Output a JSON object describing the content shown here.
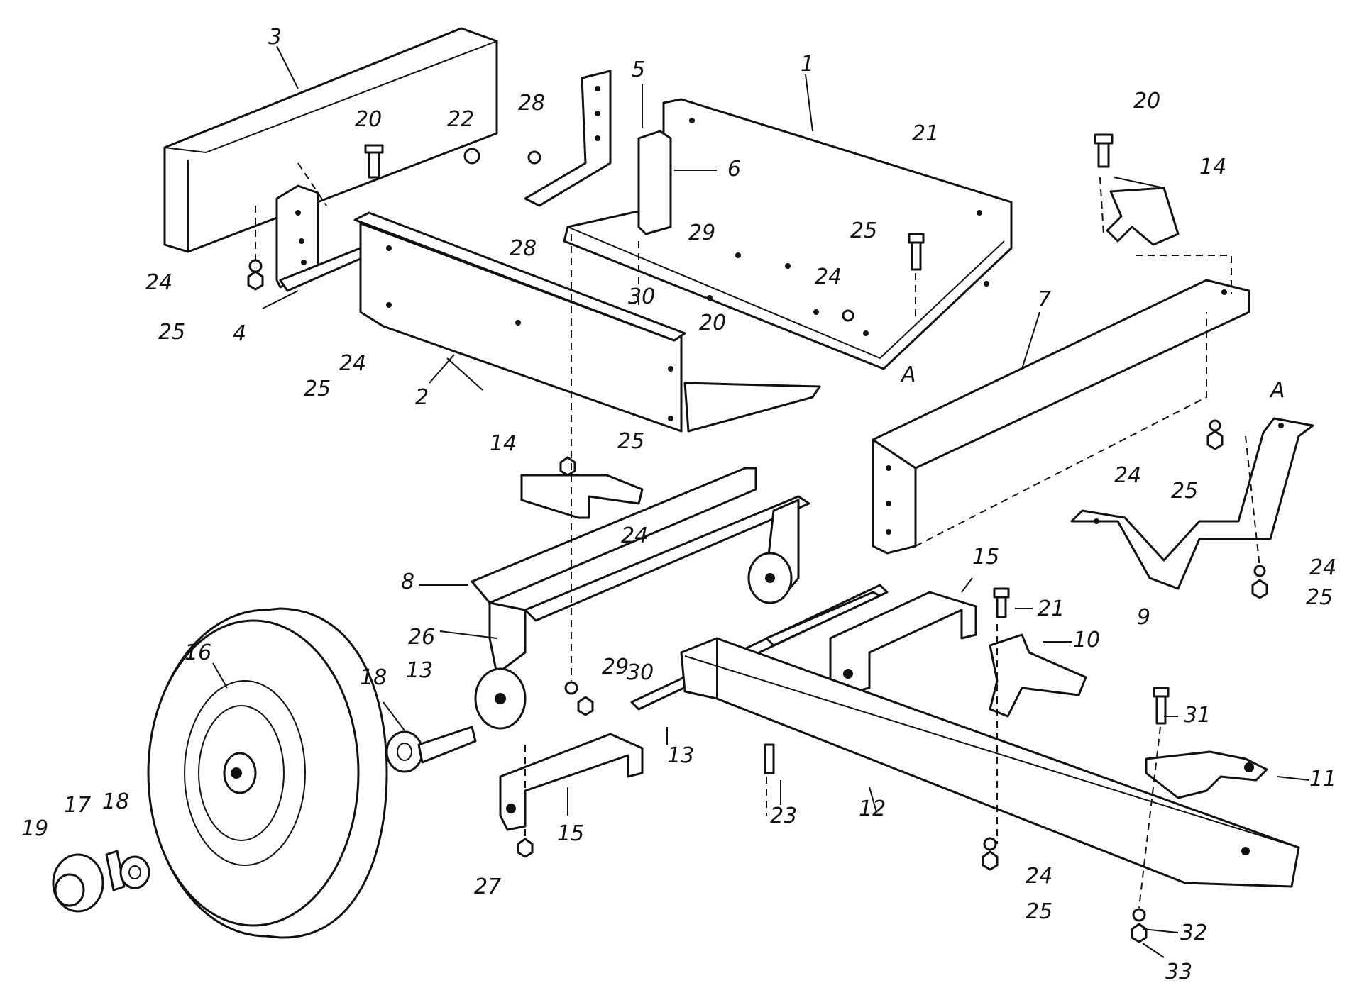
{
  "colors": {
    "ink": "#111111",
    "paper": "#ffffff"
  },
  "callouts": {
    "p1": "1",
    "p2": "2",
    "p3": "3",
    "p4": "4",
    "p5": "5",
    "p6": "6",
    "p7": "7",
    "p8": "8",
    "p9": "9",
    "p10": "10",
    "p11": "11",
    "p12": "12",
    "p13a": "13",
    "p13b": "13",
    "p14a": "14",
    "p14b": "14",
    "p15a": "15",
    "p15b": "15",
    "p16": "16",
    "p17": "17",
    "p18a": "18",
    "p18b": "18",
    "p19": "19",
    "p20a": "20",
    "p20b": "20",
    "p20c": "20",
    "p21a": "21",
    "p21b": "21",
    "p22": "22",
    "p23": "23",
    "p24a": "24",
    "p24b": "24",
    "p24c": "24",
    "p24d": "24",
    "p24e": "24",
    "p24f": "24",
    "p24g": "24",
    "p25a": "25",
    "p25b": "25",
    "p25c": "25",
    "p25d": "25",
    "p25e": "25",
    "p25f": "25",
    "p25g": "25",
    "p26": "26",
    "p27": "27",
    "p28a": "28",
    "p28b": "28",
    "p29a": "29",
    "p29b": "29",
    "p30a": "30",
    "p30b": "30",
    "p31": "31",
    "p32": "32",
    "p33": "33",
    "refA1": "A",
    "refA2": "A"
  }
}
